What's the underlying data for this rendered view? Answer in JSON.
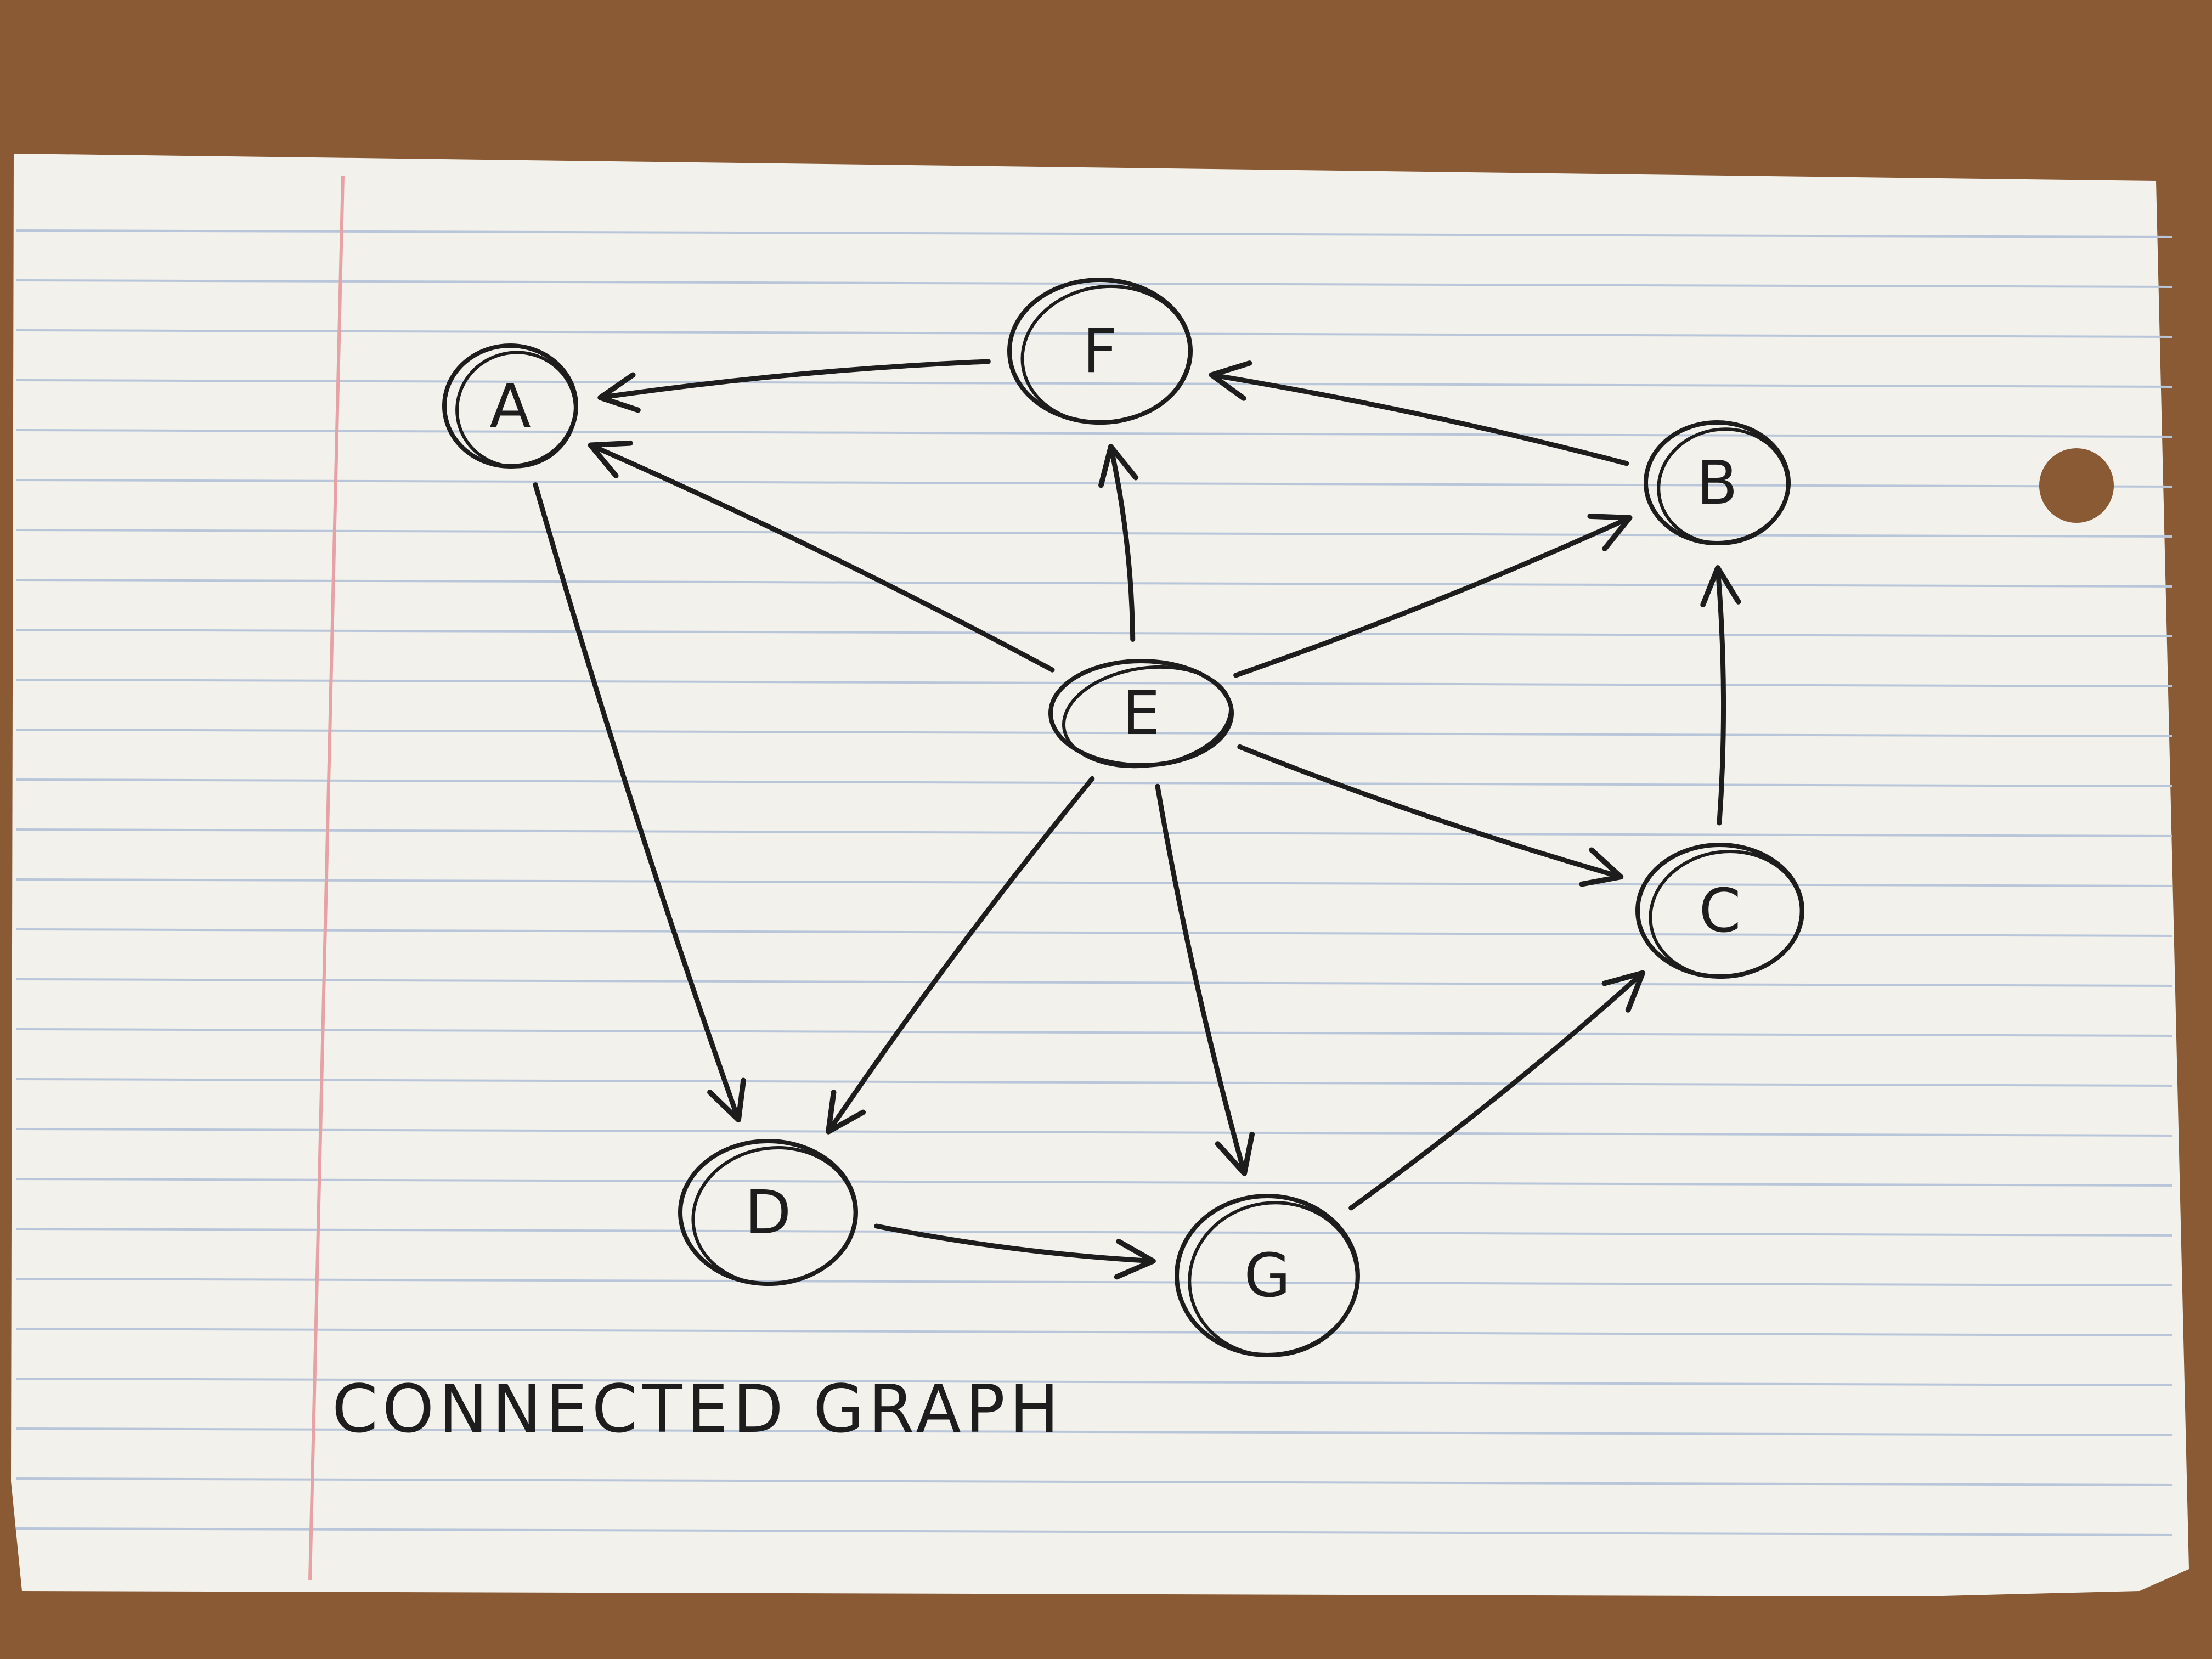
{
  "diagram": {
    "caption": "CONNECTED GRAPH",
    "ink_color": "#1d1d1d",
    "paper_color": "#f2f1ec",
    "rule_color": "#b9c6da",
    "margin_color": "#e7a2a6",
    "desk_color": "#8a5a34",
    "nodes": [
      {
        "id": "A",
        "label": "A"
      },
      {
        "id": "B",
        "label": "B"
      },
      {
        "id": "C",
        "label": "C"
      },
      {
        "id": "D",
        "label": "D"
      },
      {
        "id": "E",
        "label": "E"
      },
      {
        "id": "F",
        "label": "F"
      },
      {
        "id": "G",
        "label": "G"
      }
    ],
    "edges": [
      {
        "from": "F",
        "to": "A"
      },
      {
        "from": "B",
        "to": "F"
      },
      {
        "from": "E",
        "to": "A"
      },
      {
        "from": "E",
        "to": "F"
      },
      {
        "from": "E",
        "to": "B"
      },
      {
        "from": "E",
        "to": "C"
      },
      {
        "from": "E",
        "to": "D"
      },
      {
        "from": "E",
        "to": "G"
      },
      {
        "from": "A",
        "to": "D"
      },
      {
        "from": "D",
        "to": "G"
      },
      {
        "from": "G",
        "to": "C"
      },
      {
        "from": "C",
        "to": "B"
      }
    ]
  }
}
